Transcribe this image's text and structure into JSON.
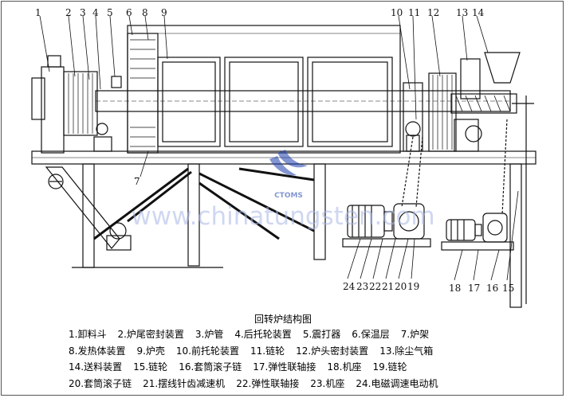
{
  "caption": "回转炉结构图",
  "watermark": {
    "url": "www.chinatungsten.com",
    "logo_text": "CTOMS"
  },
  "callouts_top": [
    "1",
    "2",
    "3",
    "4",
    "5",
    "6",
    "8",
    "9",
    "10",
    "11",
    "12",
    "13",
    "14"
  ],
  "callout_7": "7",
  "callouts_bottom": [
    "24",
    "23",
    "22",
    "21",
    "20",
    "19",
    "18",
    "17",
    "16",
    "15"
  ],
  "legend": [
    [
      "1.卸料斗",
      "2.炉尾密封装置",
      "3.炉管",
      "4.后托轮装置",
      "5.震打器",
      "6.保温层",
      "7.炉架"
    ],
    [
      "8.发热体装置",
      "9.炉壳",
      "10.前托轮装置",
      "11.链轮",
      "12.炉头密封装置",
      "13.除尘气箱"
    ],
    [
      "14.送料装置",
      "15.链轮",
      "16.套筒滚子链",
      "17.弹性联轴接",
      "18.机座",
      "19.链轮"
    ],
    [
      "20.套筒滚子链",
      "21.摆线针齿减速机",
      "22.弹性联轴接",
      "23.机座",
      "24.电磁调速电动机"
    ]
  ]
}
